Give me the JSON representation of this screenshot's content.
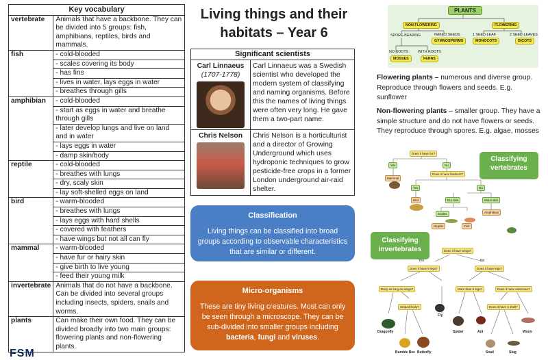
{
  "vocab": {
    "header": "Key vocabulary",
    "rows": [
      {
        "term": "vertebrate",
        "lines": [
          "Animals that have a backbone. They can be divided into 5 groups: fish, amphibians, reptiles, birds and mammals."
        ]
      },
      {
        "term": "fish",
        "lines": [
          "- cold-blooded",
          "- scales covering its body",
          "- has fins",
          "- lives in water, lays eggs in water",
          "- breathes through gills"
        ]
      },
      {
        "term": "amphibian",
        "lines": [
          "- cold-blooded",
          "- start as eggs in water and breathe through gills",
          "- later develop lungs and live on land and in water",
          "- lays eggs in water",
          "- damp skin/body"
        ]
      },
      {
        "term": "reptile",
        "lines": [
          "- cold-blooded",
          "- breathes with lungs",
          "- dry, scaly skin",
          "- lay soft-shelled eggs on land"
        ]
      },
      {
        "term": "bird",
        "lines": [
          "- warm-blooded",
          "- breathes with lungs",
          "- lays eggs with hard shells",
          "- covered with feathers",
          "- have wings but not all can fly"
        ]
      },
      {
        "term": "mammal",
        "lines": [
          "- warm-blooded",
          "- have fur or hairy skin",
          "- give birth to live young",
          "- feed their young milk"
        ]
      },
      {
        "term": "invertebrate",
        "lines": [
          "Animals that do not have a backbone. Can be divided into several groups including insects, spiders, snails and worms."
        ]
      },
      {
        "term": "plants",
        "lines": [
          "Can make their own food. They can be divided broadly into two main groups: flowering plants and non-flowering plants."
        ]
      }
    ],
    "logo": "FSM"
  },
  "title": "Living things and their habitats – Year 6",
  "scientists": {
    "header": "Significant scientists",
    "people": [
      {
        "name": "Carl Linnaeus",
        "dates": "(1707-1778)",
        "text": "Carl Linnaeus was a Swedish scientist who developed the modern system of classifying and naming organisms. Before this the names of living things were often very long. He gave them a two-part name."
      },
      {
        "name": "Chris Nelson",
        "dates": "",
        "text": "Chris Nelson is a horticulturist and a director of Growing Underground which uses hydroponic techniques to grow pesticide-free crops in a former London underground air-raid shelter."
      }
    ]
  },
  "classification": {
    "heading": "Classification",
    "body": "Living things can be classified into broad groups according to observable characteristics that are similar or different."
  },
  "micro": {
    "heading": "Micro-organisms",
    "body_start": "These are tiny living creatures. Most can only be seen through a microscope. They can be sub-divided into smaller groups including ",
    "bold1": "bacteria",
    "sep1": ", ",
    "bold2": "fungi",
    "sep2": " and ",
    "bold3": "viruses",
    "end": "."
  },
  "plants_diagram": {
    "root": "PLANTS",
    "nonflowering": "NON-FLOWERING",
    "flowering": "FLOWERING",
    "spore": "SPORE-BEARING",
    "naked": "NAKED SEEDS",
    "gymno": "GYMNOSPERMS",
    "one_leaf": "1 SEED-LEAF",
    "two_leaf": "2 SEED-LEAVES",
    "mono": "MONOCOTS",
    "dico": "DICOTS",
    "no_roots": "NO ROOTS",
    "with_roots": "WITH ROOTS",
    "mosses": "MOSSES",
    "ferns": "FERNS"
  },
  "flowering_text": {
    "label": "Flowering plants –",
    "body": " numerous and diverse group. Reproduce through flowers and seeds. E.g. sunflower"
  },
  "nonflowering_text": {
    "label": "Non-flowering plants",
    "body": " – smaller group. They have a simple structure and do not have flowers or seeds. They reproduce through spores. E.g. algae, mosses"
  },
  "vert_key": {
    "badge": "Classifying vertebrates",
    "q1": "Does it have fur?",
    "yes": "Yes",
    "no": "No",
    "mammal": "Mammal",
    "q2": "Does it have feathers?",
    "bird": "Bird",
    "dry": "Dry skin",
    "moist": "Moist skin",
    "scales": "Scales",
    "reptile": "Reptile",
    "fish": "Fish",
    "amphibian": "Amphibian"
  },
  "invert_key": {
    "badge": "Classifying invertebrates",
    "q1": "Does it have wings?",
    "yes": "Yes",
    "no": "No",
    "q2": "Does it have 6 legs?",
    "q3": "Does it have legs?",
    "q4": "Body as long as wings?",
    "q5": "More than 6 legs?",
    "q6": "Does it have antennae?",
    "q7": "Striped body?",
    "q8": "Does it have a shell?",
    "fly": "Fly",
    "dragonfly": "Dragonfly",
    "spider": "Spider",
    "ant": "Ant",
    "worm": "Worm",
    "bumblebee": "Bumble Bee",
    "butterfly": "Butterfly",
    "snail": "Snail",
    "slug": "Slug"
  }
}
